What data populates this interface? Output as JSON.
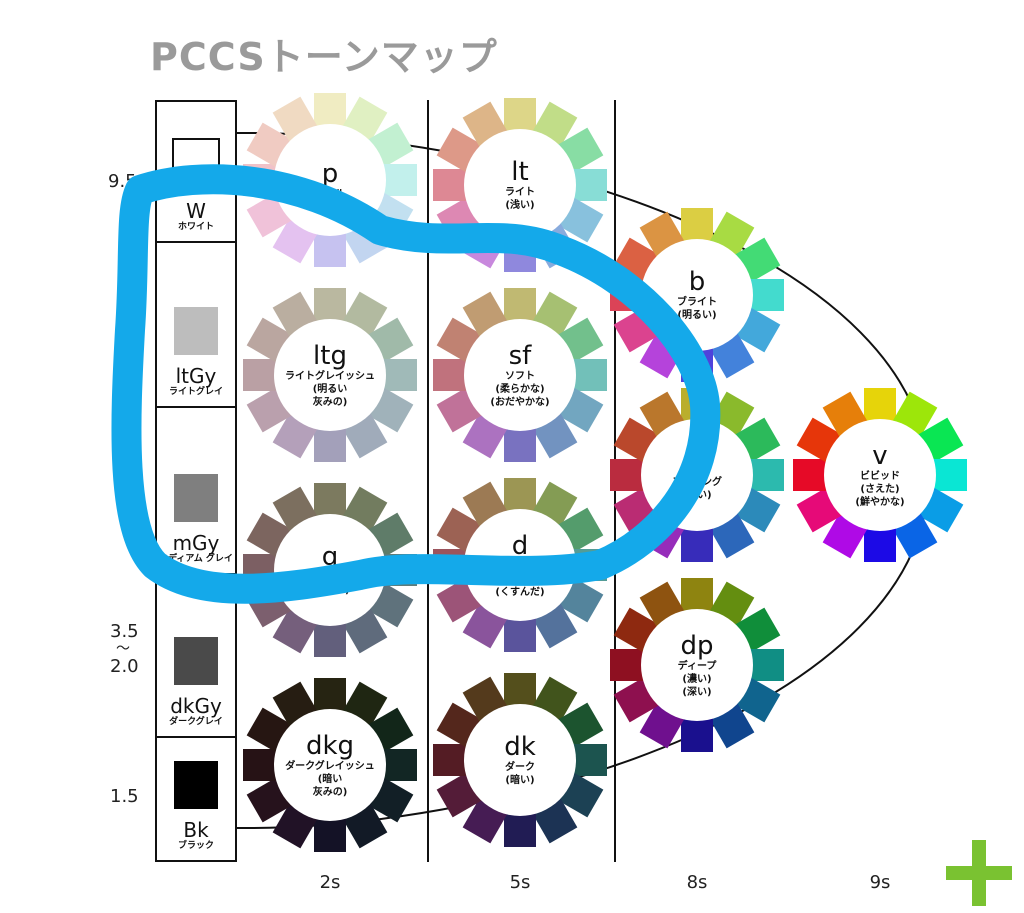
{
  "title": "PCCSトーンマップ",
  "hues": [
    55,
    80,
    140,
    175,
    200,
    215,
    245,
    285,
    330,
    352,
    12,
    32
  ],
  "tones": [
    {
      "id": "p",
      "abbr": "p",
      "lines": [
        "ペール"
      ],
      "s": 60,
      "l": 85
    },
    {
      "id": "lt",
      "abbr": "lt",
      "lines": [
        "ライト",
        "(浅い)"
      ],
      "s": 55,
      "l": 70
    },
    {
      "id": "b",
      "abbr": "b",
      "lines": [
        "ブライト",
        "(明るい)"
      ],
      "s": 68,
      "l": 56
    },
    {
      "id": "ltg",
      "abbr": "ltg",
      "lines": [
        "ライトグレイッシュ",
        "(明るい",
        "灰みの)"
      ],
      "s": 16,
      "l": 68
    },
    {
      "id": "sf",
      "abbr": "sf",
      "lines": [
        "ソフト",
        "(柔らかな)",
        "(おだやかな)"
      ],
      "s": 38,
      "l": 60
    },
    {
      "id": "s",
      "abbr": "s",
      "lines": [
        "ストロング",
        "(強い)"
      ],
      "s": 62,
      "l": 45
    },
    {
      "id": "v",
      "abbr": "v",
      "lines": [
        "ビビッド",
        "(さえた)",
        "(鮮やかな)"
      ],
      "s": 92,
      "l": 47
    },
    {
      "id": "g",
      "abbr": "g",
      "lines": [
        "グレイッシュ",
        "(灰みの)"
      ],
      "s": 13,
      "l": 43
    },
    {
      "id": "d",
      "abbr": "d",
      "lines": [
        "ダル",
        "(にぶい)",
        "(くすんだ)"
      ],
      "s": 30,
      "l": 47
    },
    {
      "id": "dp",
      "abbr": "dp",
      "lines": [
        "ディープ",
        "(濃い)",
        "(深い)"
      ],
      "s": 80,
      "l": 31
    },
    {
      "id": "dkg",
      "abbr": "dkg",
      "lines": [
        "ダークグレイッシュ",
        "(暗い",
        "灰みの)"
      ],
      "s": 35,
      "l": 11
    },
    {
      "id": "dk",
      "abbr": "dk",
      "lines": [
        "ダーク",
        "(暗い)"
      ],
      "s": 50,
      "l": 22
    }
  ],
  "grays": [
    {
      "name": "W",
      "sub": "ホワイト",
      "color": "#ffffff"
    },
    {
      "name": "ltGy",
      "sub": "ライトグレイ",
      "color": "#bdbdbd"
    },
    {
      "name": "mGy",
      "sub": "ミディアム グレイ",
      "color": "#7f7f7f"
    },
    {
      "name": "dkGy",
      "sub": "ダークグレイ",
      "color": "#4a4a4a"
    },
    {
      "name": "Bk",
      "sub": "ブラック",
      "color": "#000000"
    }
  ],
  "levels": [
    "9.5",
    "3.5",
    "〜",
    "2.0",
    "1.5"
  ],
  "saturation_labels": [
    "2s",
    "5s",
    "8s",
    "9s"
  ],
  "colors": {
    "annotation": "#14a9ea",
    "plus": "#7ac231",
    "title": "#9a9a9a"
  }
}
